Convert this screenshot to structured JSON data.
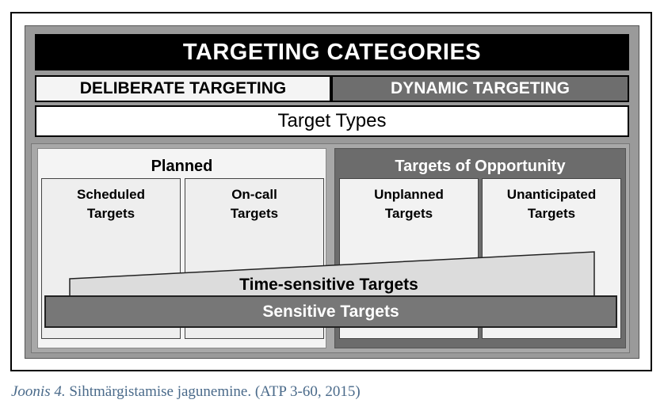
{
  "header": {
    "title": "TARGETING CATEGORIES",
    "deliberate": "DELIBERATE TARGETING",
    "dynamic": "DYNAMIC TARGETING",
    "target_types": "Target Types"
  },
  "groups": {
    "planned": {
      "title": "Planned",
      "cells": [
        {
          "line1": "Scheduled",
          "line2": "Targets"
        },
        {
          "line1": "On-call",
          "line2": "Targets"
        }
      ]
    },
    "opportunity": {
      "title": "Targets of Opportunity",
      "cells": [
        {
          "line1": "Unplanned",
          "line2": "Targets"
        },
        {
          "line1": "Unanticipated",
          "line2": "Targets"
        }
      ]
    }
  },
  "bands": {
    "time_sensitive": "Time-sensitive Targets",
    "sensitive": "Sensitive Targets"
  },
  "caption": {
    "figure_label": "Joonis 4.",
    "text": " Sihtmärgistamise jagunemine. (ATP 3-60, 2015)"
  },
  "colors": {
    "title_bg": "#000000",
    "dynamic_bg": "#6e6e6e",
    "sensitive_bg": "#777777",
    "caption": "#4a6a8a"
  }
}
